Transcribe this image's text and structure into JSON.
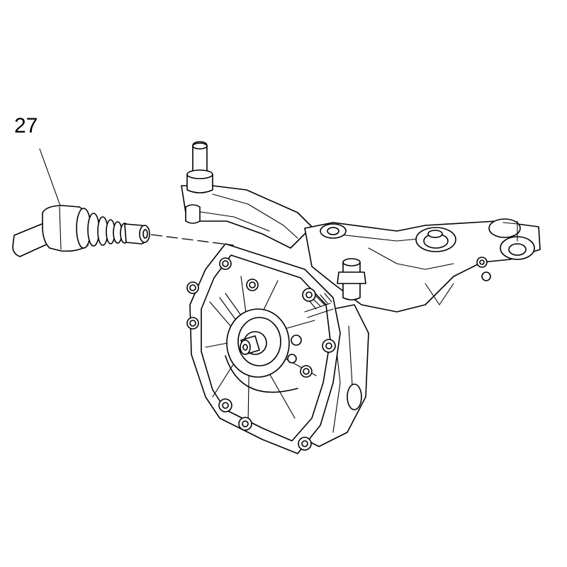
{
  "diagram": {
    "callout_number": "27",
    "components": [
      "solenoid-valve",
      "oil-pump-housing",
      "mounting-bolt",
      "drive-shaft"
    ]
  }
}
